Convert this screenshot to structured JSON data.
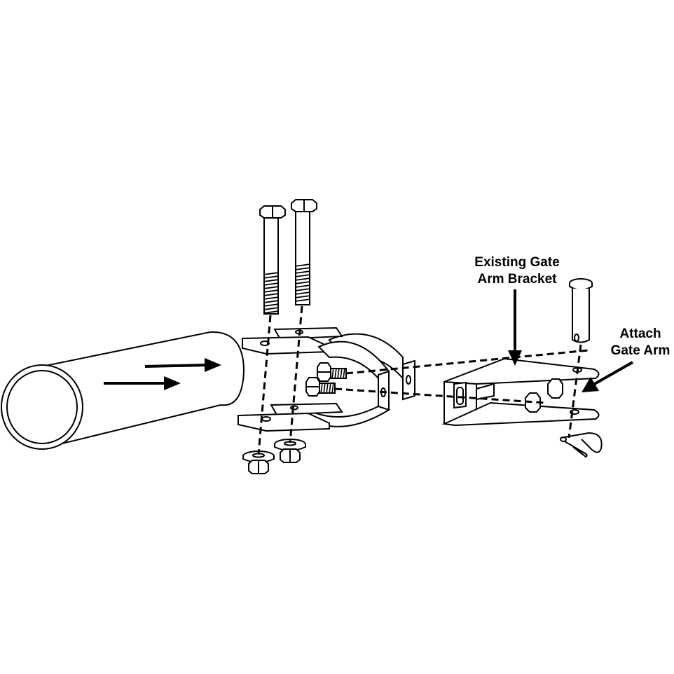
{
  "labels": {
    "existing_bracket": [
      "Existing Gate",
      "Arm Bracket"
    ],
    "attach_gate_arm": [
      "Attach",
      "Gate Arm"
    ]
  },
  "colors": {
    "line": "#000000",
    "fill": "#ffffff"
  }
}
